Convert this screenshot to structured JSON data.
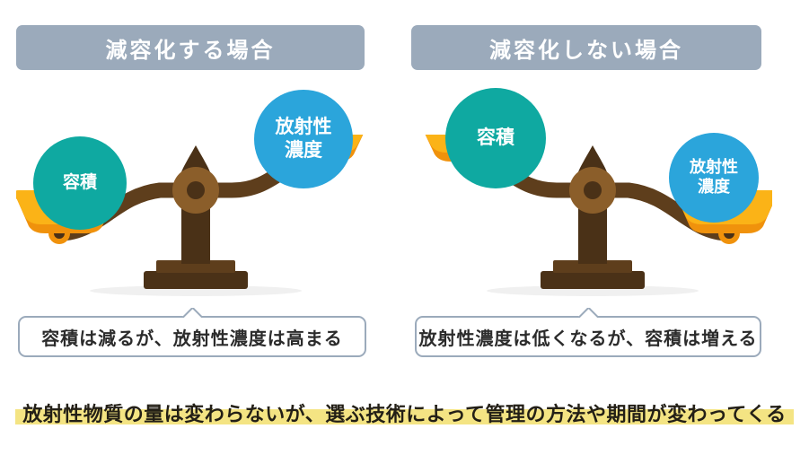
{
  "headers": {
    "left": "減容化する場合",
    "right": "減容化しない場合"
  },
  "left_scale": {
    "left_pan_bubble": {
      "label": "容積",
      "color": "#0FA9A1",
      "size": "small",
      "position": "left-pan"
    },
    "right_pan_bubble": {
      "label": "放射性\n濃度",
      "color": "#2BA5DB",
      "size": "large",
      "position": "right-pan"
    },
    "tilt": "right-pan-down",
    "caption": "容積は減るが、放射性濃度は高まる"
  },
  "right_scale": {
    "left_pan_bubble": {
      "label": "容積",
      "color": "#0FA9A1",
      "size": "large",
      "position": "left-pan"
    },
    "right_pan_bubble": {
      "label": "放射性\n濃度",
      "color": "#2BA5DB",
      "size": "small",
      "position": "right-pan"
    },
    "tilt": "left-pan-up",
    "caption": "放射性濃度は低くなるが、容積は増える"
  },
  "footer": {
    "text": "放射性物質の量は変わらないが、選ぶ技術によって管理の方法や期間が変わってくる",
    "highlight_color": "#F4E483"
  },
  "palette": {
    "header_bg": "#9BAABB",
    "teal": "#0FA9A1",
    "blue": "#2BA5DB",
    "pan_light": "#FBB317",
    "pan_dark": "#F0920C",
    "wood_dark": "#4A3117",
    "wood_mid": "#5E3E1C",
    "wood_light": "#8B5E2A",
    "text_dark": "#2b2b2b",
    "background": "#FFFFFF"
  },
  "icons": {
    "balance_scale": "balance-scale-icon",
    "callout_notch": "callout-pointer-icon"
  }
}
